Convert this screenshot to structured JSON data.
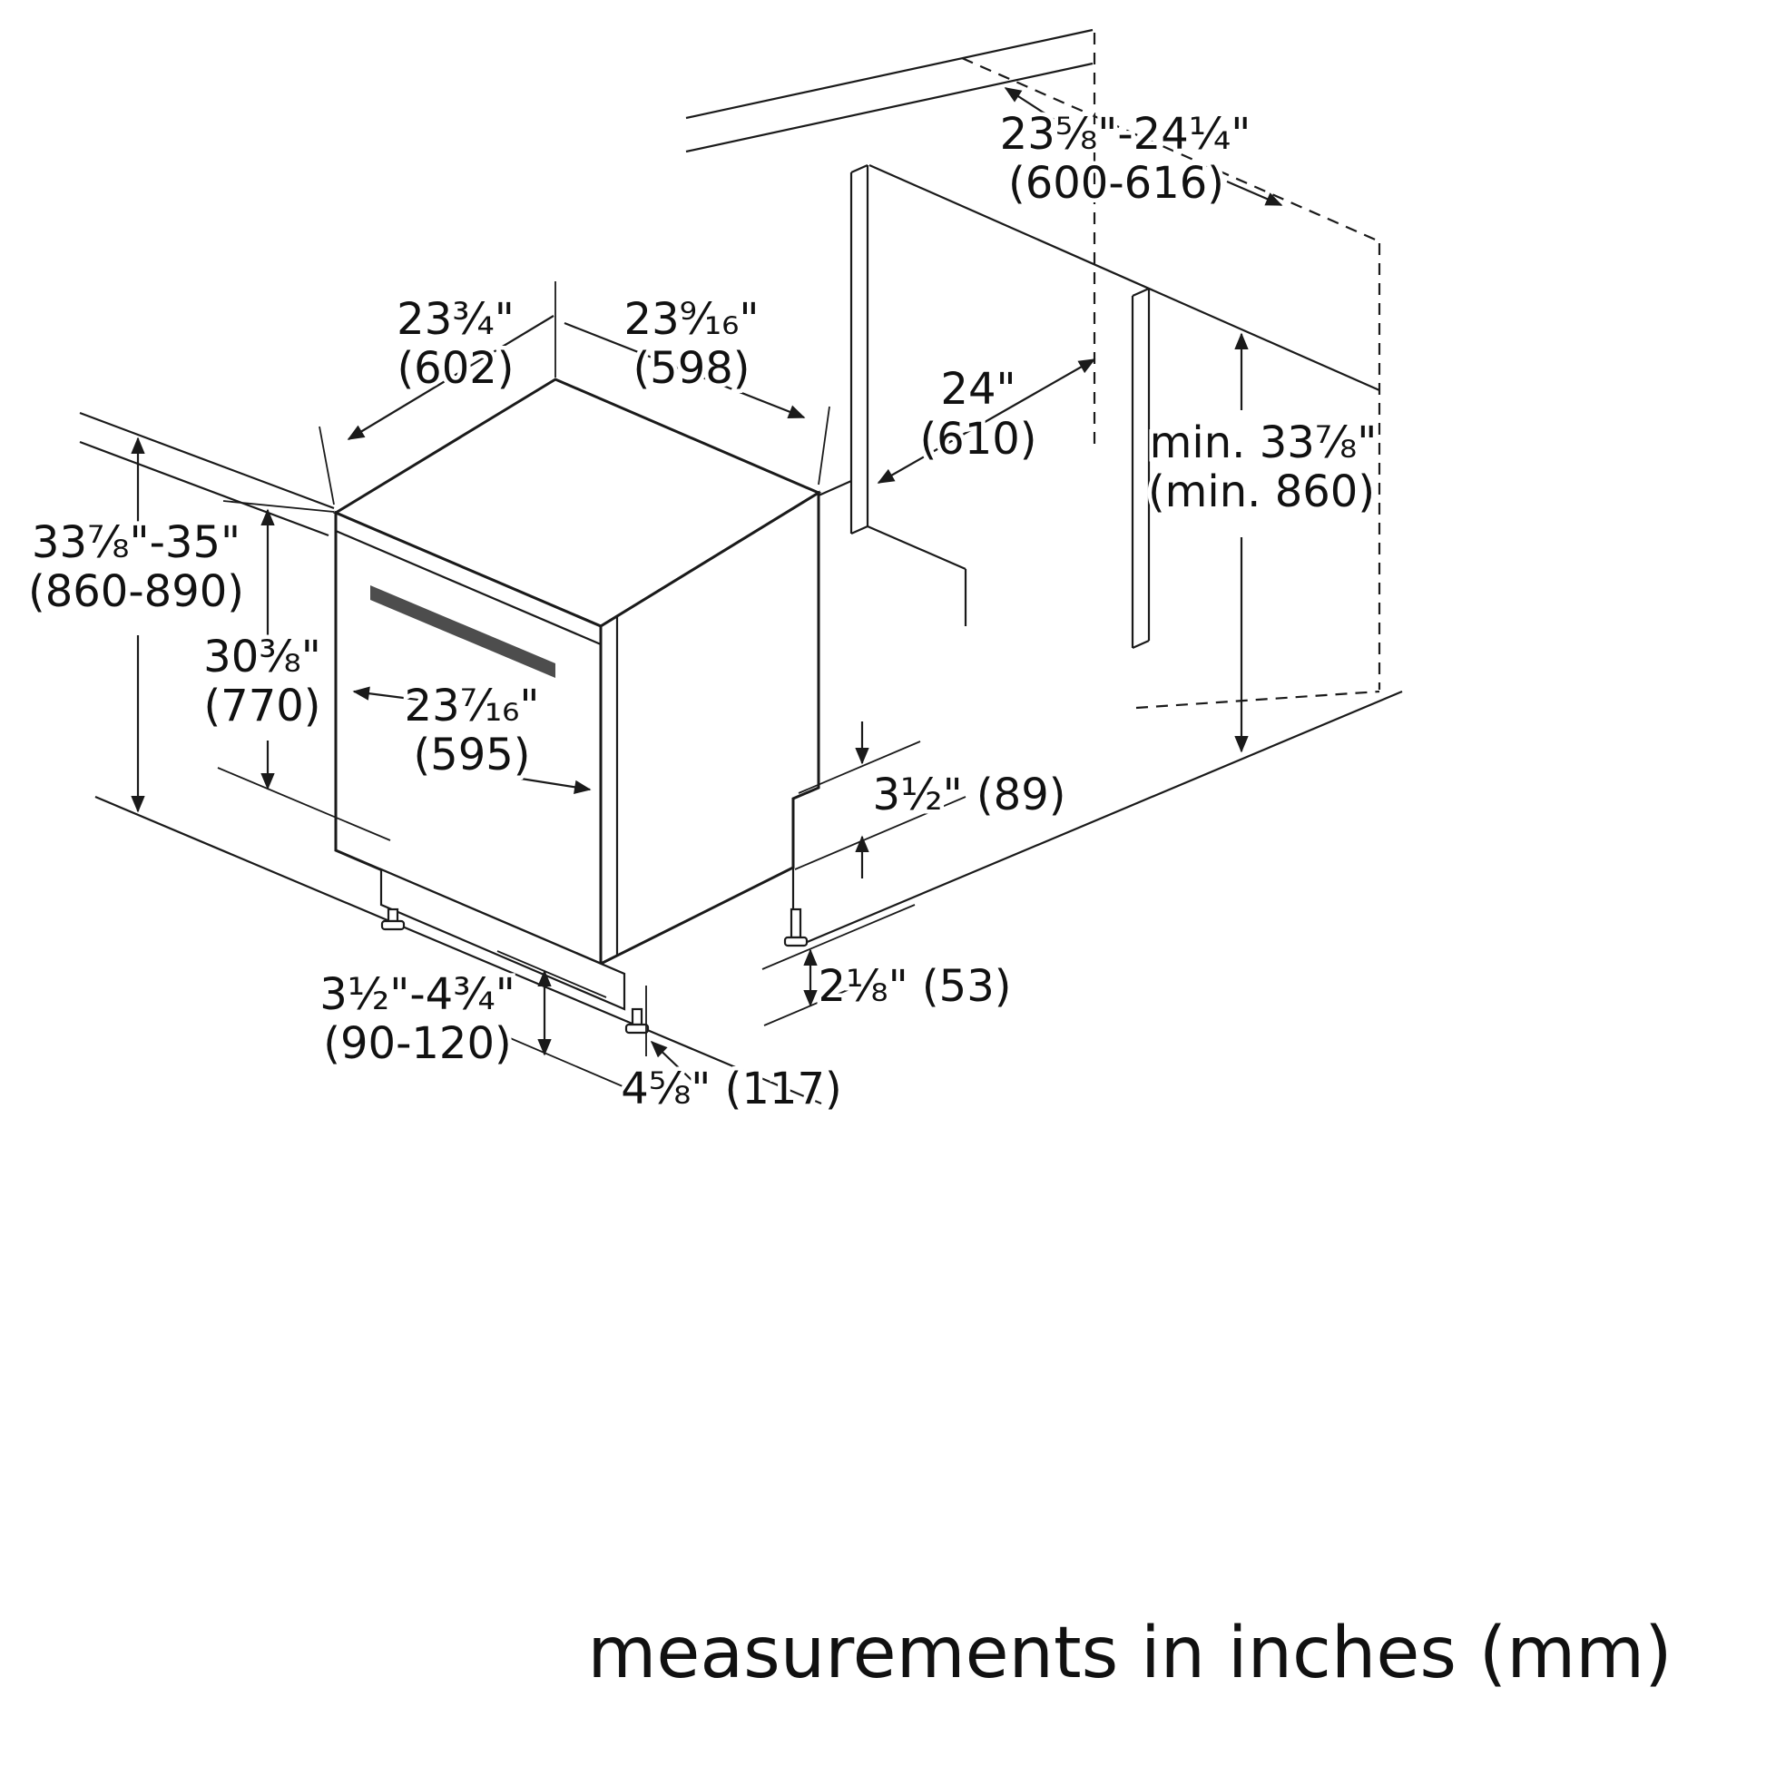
{
  "title": "measurements in inches (mm)",
  "colors": {
    "line": "#1a1a1a",
    "handle": "#4d4d4d",
    "background": "#ffffff"
  },
  "dimensions": {
    "niche_width": {
      "inches": "23⁵⁄₈\"-24¹⁄₄\"",
      "mm": "(600-616)"
    },
    "top_depth": {
      "inches": "23³⁄₄\"",
      "mm": "(602)"
    },
    "top_width": {
      "inches": "23⁹⁄₁₆\"",
      "mm": "(598)"
    },
    "cabinet_depth": {
      "inches": "24\"",
      "mm": "(610)"
    },
    "niche_height": {
      "inches": "min. 33⁷⁄₈\"",
      "mm": "(min. 860)"
    },
    "overall_height": {
      "inches": "33⁷⁄₈\"-35\"",
      "mm": "(860-890)"
    },
    "body_height": {
      "inches": "30³⁄₈\"",
      "mm": "(770)"
    },
    "door_width": {
      "inches": "23⁷⁄₁₆\"",
      "mm": "(595)"
    },
    "toe_kick_height": {
      "label": "3¹⁄₂\" (89)"
    },
    "toe_kick_depth": {
      "label": "2¹⁄₈\" (53)"
    },
    "leveling_range": {
      "inches": "3¹⁄₂\"-4³⁄₄\"",
      "mm": "(90-120)"
    },
    "base_depth": {
      "label": "4⁵⁄₈\" (117)"
    }
  }
}
